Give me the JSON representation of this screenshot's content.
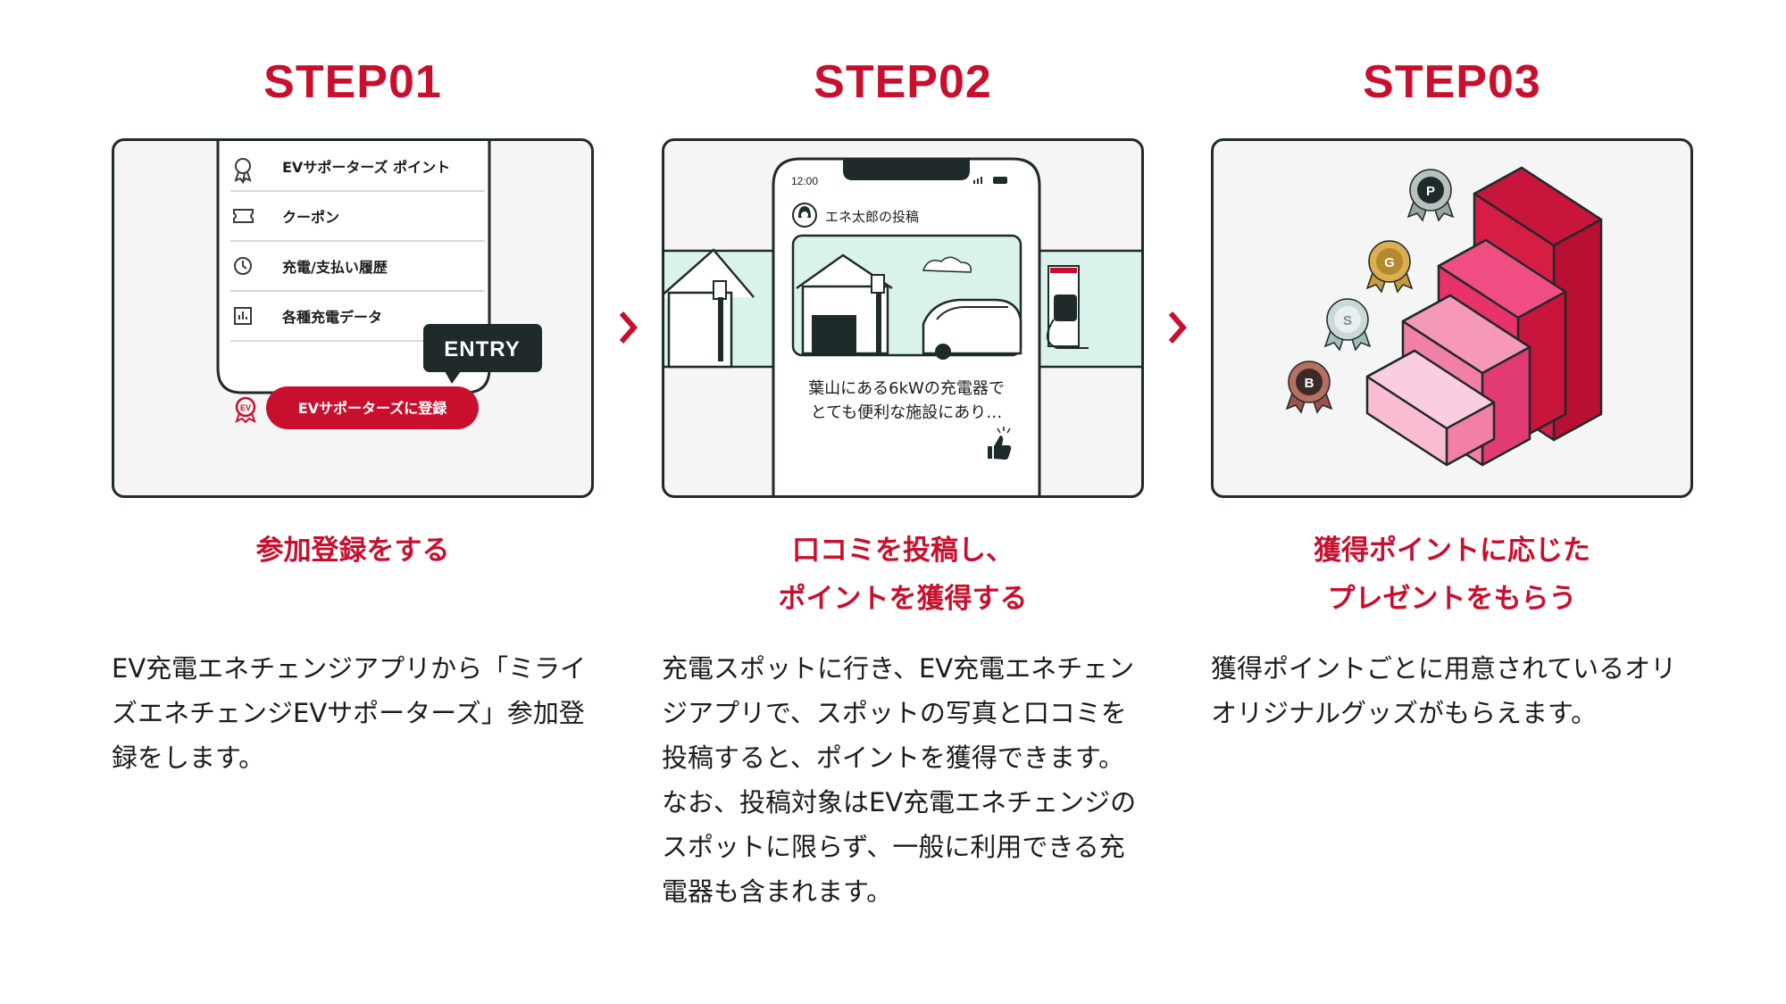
{
  "steps": [
    {
      "title": "STEP01",
      "subtitle_lines": [
        "参加登録をする"
      ],
      "body_lines": [
        "EV充電エネチェンジアプリから「ミライズエネチェンジEVサポーターズ」参加登録をします。"
      ],
      "menu": {
        "items": [
          {
            "label": "EVサポーターズ ポイント",
            "icon": "award-icon"
          },
          {
            "label": "クーポン",
            "icon": "ticket-icon"
          },
          {
            "label": "充電/支払い履歴",
            "icon": "clock-icon"
          },
          {
            "label": "各種充電データ",
            "icon": "bar-chart-icon"
          }
        ],
        "entry_label": "ENTRY",
        "register_button": "EVサポーターズに登録"
      }
    },
    {
      "title": "STEP02",
      "subtitle_lines": [
        "口コミを投稿し、",
        "ポイントを獲得する"
      ],
      "body_lines": [
        "充電スポットに行き、EV充電エネチェンジアプリで、スポットの写真と口コミを投稿すると、ポイントを獲得できます。",
        "なお、投稿対象はEV充電エネチェンジのスポットに限らず、一般に利用できる充電器も含まれます。"
      ],
      "phone": {
        "time": "12:00",
        "poster": "エネ太郎の投稿",
        "review_line1": "葉山にある6kWの充電器で",
        "review_line2": "とても便利な施設にあり…"
      }
    },
    {
      "title": "STEP03",
      "subtitle_lines": [
        "獲得ポイントに応じた",
        "プレゼントをもらう"
      ],
      "body_lines": [
        "獲得ポイントごとに用意されているオリオリジナルグッズがもらえます。"
      ],
      "medals": [
        "B",
        "S",
        "G",
        "P"
      ]
    }
  ],
  "colors": {
    "accent": "#c8102e",
    "outline": "#1f2a2a",
    "mint": "#d9f2ec"
  }
}
